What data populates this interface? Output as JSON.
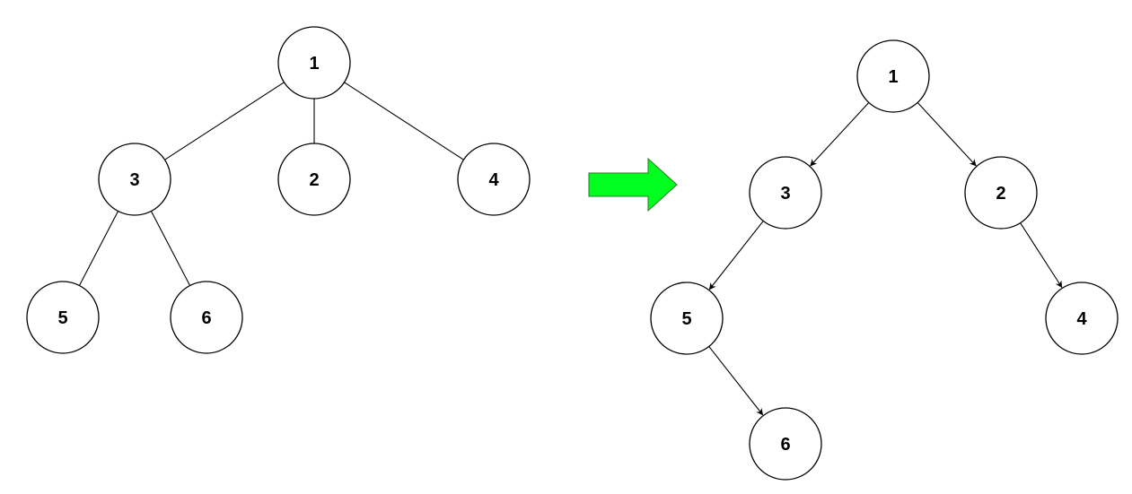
{
  "left_tree": {
    "nodes": [
      {
        "id": "1",
        "label": "1"
      },
      {
        "id": "3",
        "label": "3"
      },
      {
        "id": "2",
        "label": "2"
      },
      {
        "id": "4",
        "label": "4"
      },
      {
        "id": "5",
        "label": "5"
      },
      {
        "id": "6",
        "label": "6"
      }
    ],
    "edges": [
      {
        "from": "1",
        "to": "3"
      },
      {
        "from": "1",
        "to": "2"
      },
      {
        "from": "1",
        "to": "4"
      },
      {
        "from": "3",
        "to": "5"
      },
      {
        "from": "3",
        "to": "6"
      }
    ]
  },
  "right_tree": {
    "nodes": [
      {
        "id": "1",
        "label": "1"
      },
      {
        "id": "3",
        "label": "3"
      },
      {
        "id": "2",
        "label": "2"
      },
      {
        "id": "5",
        "label": "5"
      },
      {
        "id": "4",
        "label": "4"
      },
      {
        "id": "6",
        "label": "6"
      }
    ],
    "edges": [
      {
        "from": "1",
        "to": "3"
      },
      {
        "from": "1",
        "to": "2"
      },
      {
        "from": "3",
        "to": "5"
      },
      {
        "from": "2",
        "to": "4"
      },
      {
        "from": "5",
        "to": "6"
      }
    ]
  },
  "arrow_color": "#00ff1f",
  "arrow_icon": "right-arrow-icon"
}
